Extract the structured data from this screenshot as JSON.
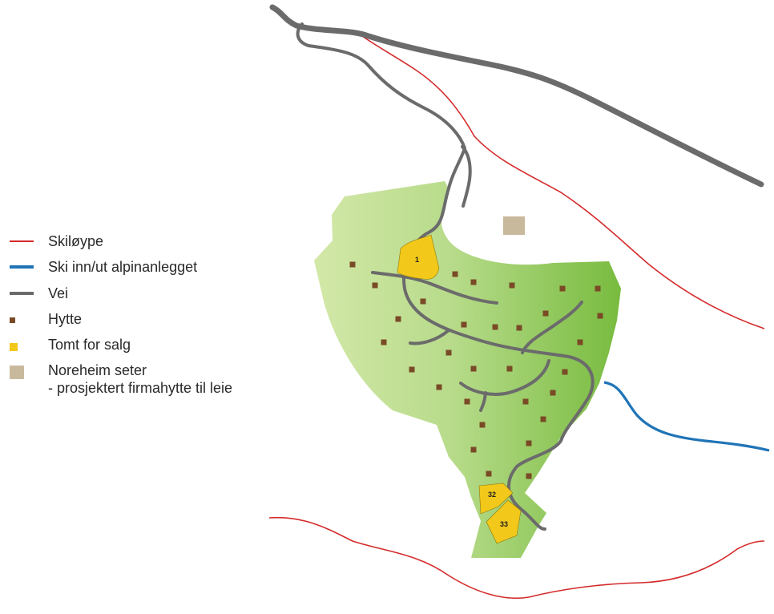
{
  "colors": {
    "ski_trail": "#d42a2a",
    "ski_in_out": "#1f74b7",
    "road": "#6b6b6b",
    "cabin": "#7a4a26",
    "plot_for_sale": "#f2c81a",
    "seter": "#c9b99c",
    "area_light": "#d3e8a8",
    "area_dark": "#78bb3f"
  },
  "legend": {
    "items": [
      {
        "key": "ski_trail",
        "label": "Skiløype",
        "icon": "red-line-icon"
      },
      {
        "key": "ski_in_out",
        "label": "Ski inn/ut alpinanlegget",
        "icon": "blue-line-icon"
      },
      {
        "key": "road",
        "label": "Vei",
        "icon": "grey-line-icon"
      },
      {
        "key": "cabin",
        "label": "Hytte",
        "icon": "brown-square-icon"
      },
      {
        "key": "plot_for_sale",
        "label": "Tomt for salg",
        "icon": "yellow-square-icon"
      },
      {
        "key": "seter",
        "label": "Noreheim seter",
        "label2": "- prosjektert firmahytte til leie",
        "icon": "beige-square-icon"
      }
    ]
  },
  "plots": [
    {
      "id": "plot-1",
      "label": "1"
    },
    {
      "id": "plot-32",
      "label": "32"
    },
    {
      "id": "plot-33",
      "label": "33"
    }
  ]
}
